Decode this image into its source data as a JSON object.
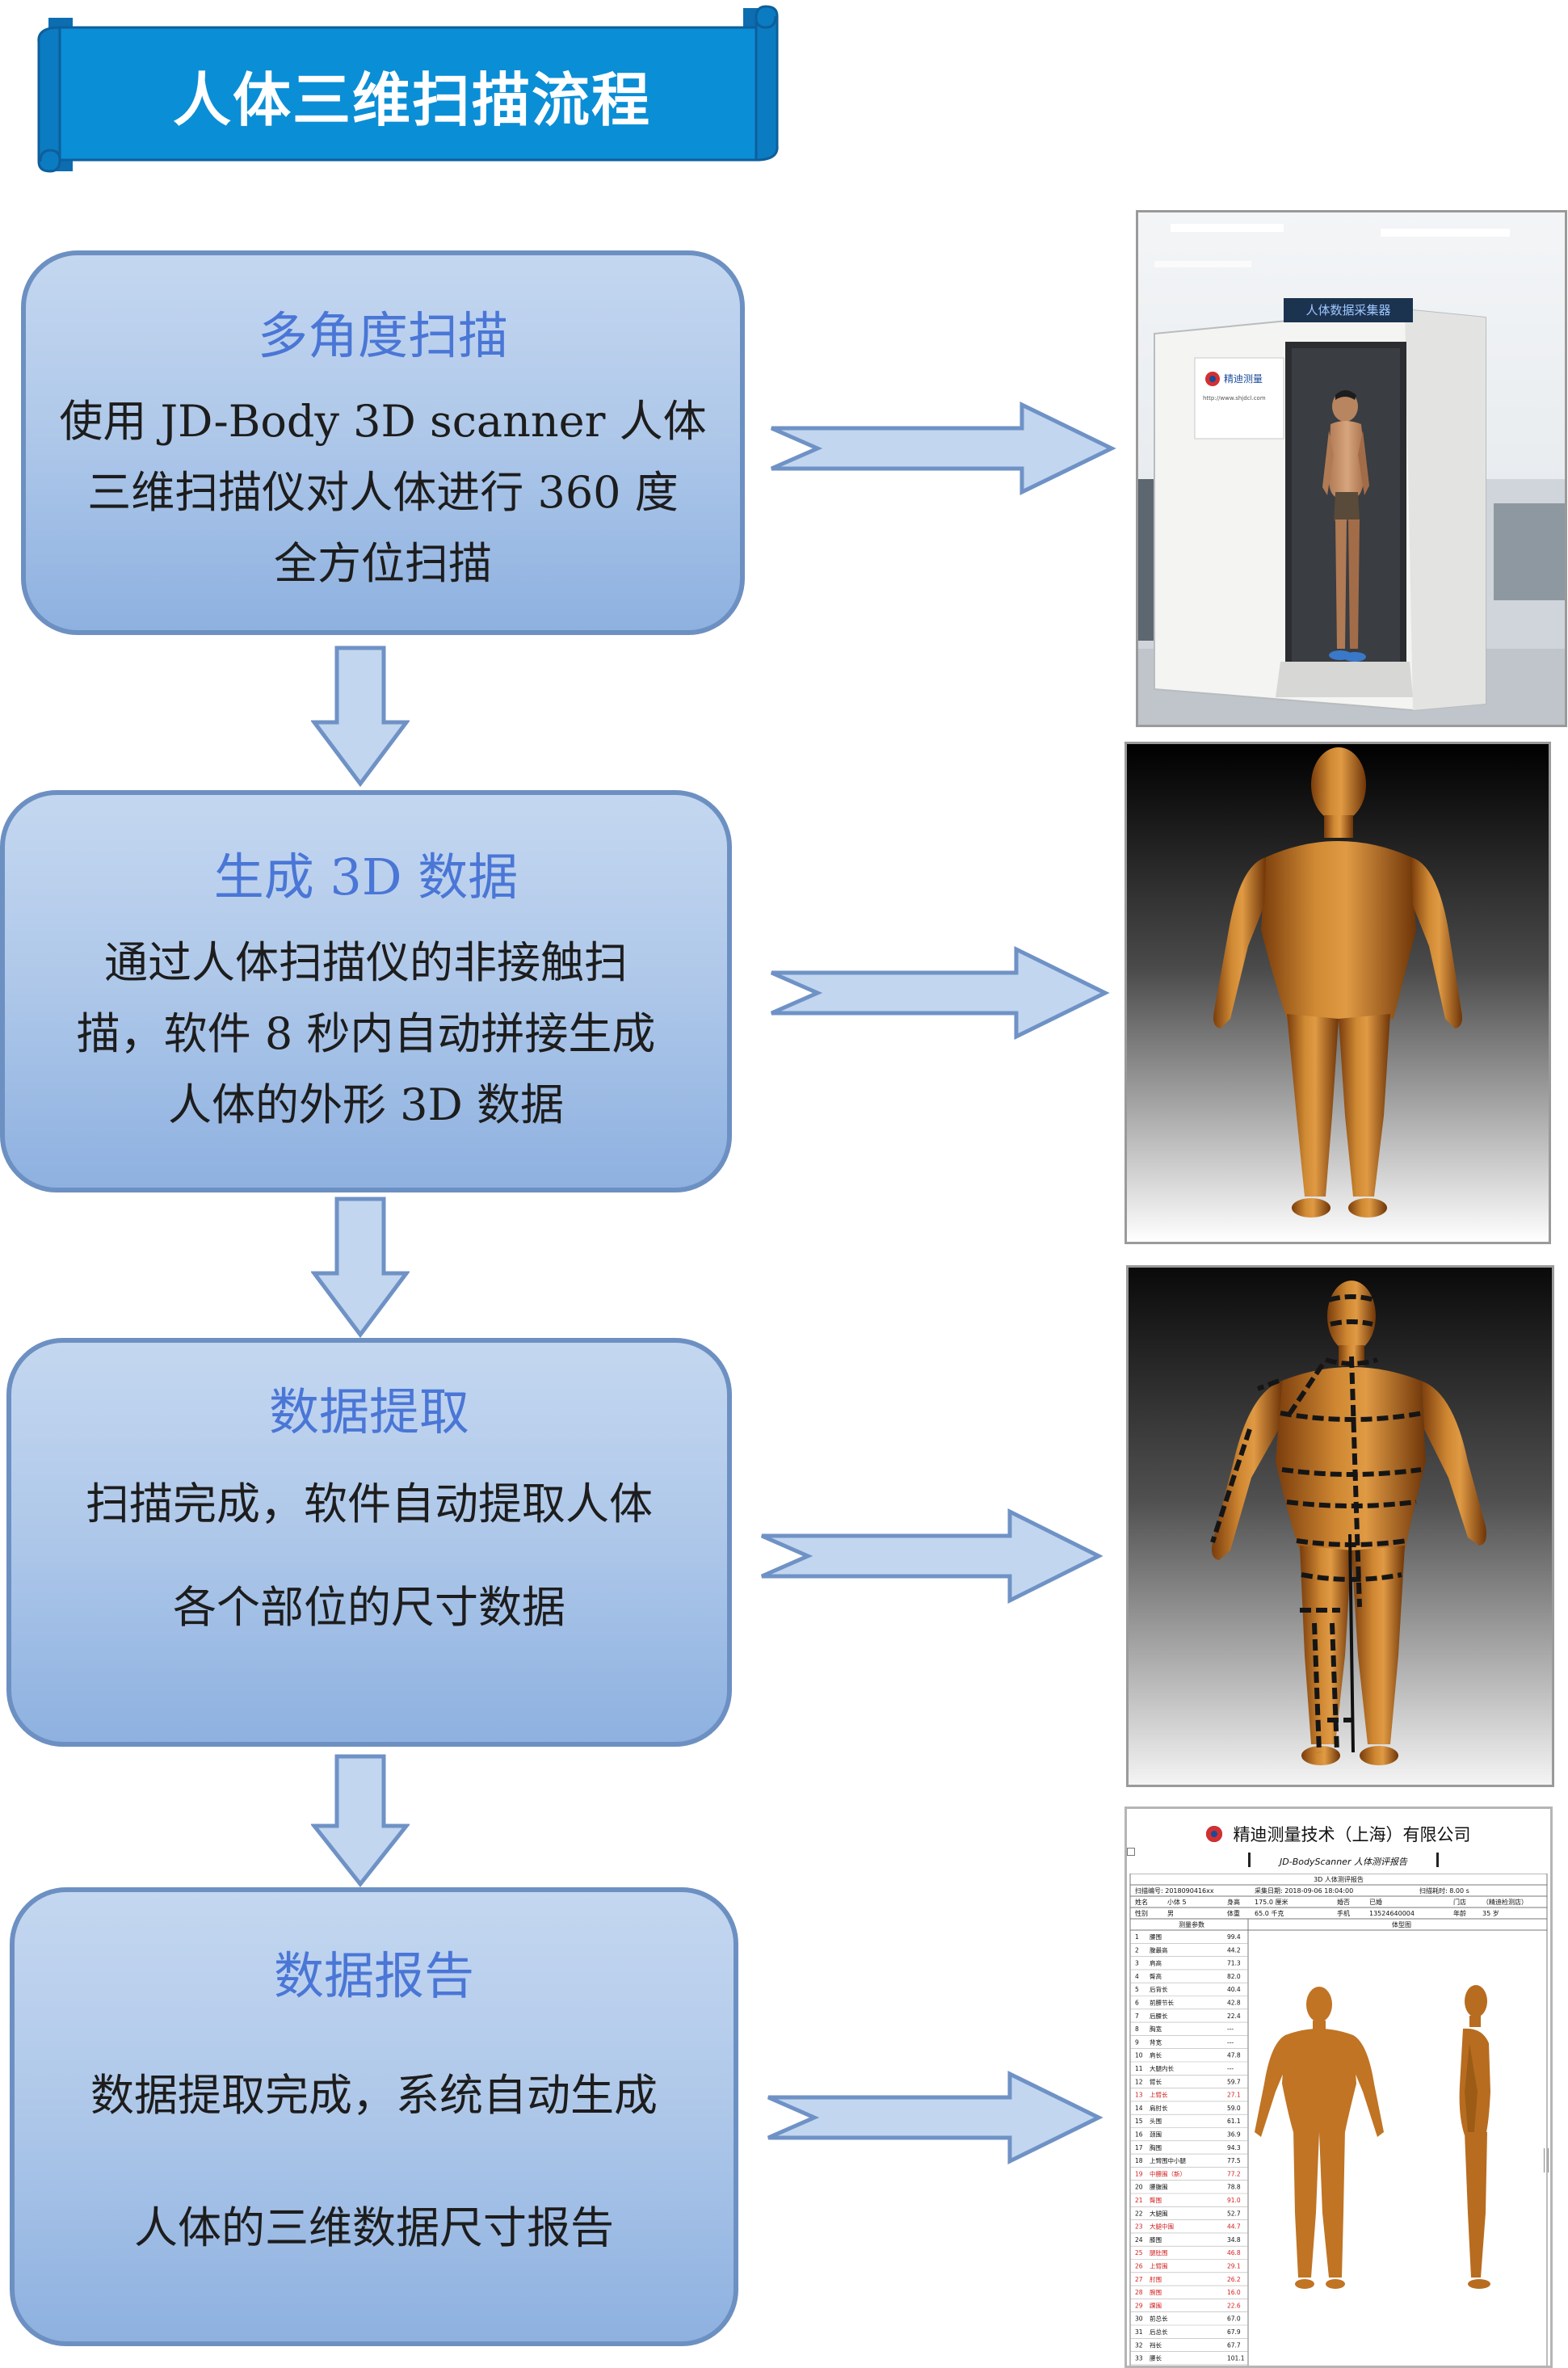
{
  "banner": {
    "title": "人体三维扫描流程"
  },
  "steps": [
    {
      "title": "多角度扫描",
      "description": "使用 JD-Body 3D scanner 人体\n三维扫描仪对人体进行 360 度\n全方位扫描"
    },
    {
      "title": "生成 3D 数据",
      "description": "通过人体扫描仪的非接触扫\n描，软件 8 秒内自动拼接生成\n人体的外形 3D 数据"
    },
    {
      "title": "数据提取",
      "description": "扫描完成，软件自动提取人体\n各个部位的尺寸数据"
    },
    {
      "title": "数据报告",
      "description": "数据提取完成，系统自动生成\n人体的三维数据尺寸报告"
    }
  ],
  "photo_scanner": {
    "booth_sign": "人体数据采集器",
    "logo_text": "精迪测量",
    "url_text": "http://www.shjdcl.com"
  },
  "report": {
    "company": "精迪测量技术（上海）有限公司",
    "subtitle": "JD-BodyScanner 人体测评报告",
    "table_title": "3D 人体测评报告",
    "meta_row1": [
      "扫描编号: 2018090416xx",
      "采集日期: 2018-09-06   18:04:00",
      "扫描耗时: 8.00 s"
    ],
    "meta_row2": [
      "姓名",
      "小体 5",
      "身高",
      "175.0 厘米",
      "婚否",
      "已婚",
      "门店",
      "（精迪检测店）"
    ],
    "meta_row3": [
      "性别",
      "男",
      "体重",
      "65.0 千克",
      "手机",
      "13524640004",
      "年龄",
      "35 岁"
    ],
    "col_measure": "测量参数",
    "col_model": "体型图",
    "rows": [
      {
        "n": "1",
        "name": "腰围",
        "val": "99.4",
        "red": false
      },
      {
        "n": "2",
        "name": "腹最高",
        "val": "44.2",
        "red": false
      },
      {
        "n": "3",
        "name": "肩高",
        "val": "71.3",
        "red": false
      },
      {
        "n": "4",
        "name": "臀高",
        "val": "82.0",
        "red": false
      },
      {
        "n": "5",
        "name": "后背长",
        "val": "40.4",
        "red": false
      },
      {
        "n": "6",
        "name": "前腰节长",
        "val": "42.8",
        "red": false
      },
      {
        "n": "7",
        "name": "后腰长",
        "val": "22.4",
        "red": false
      },
      {
        "n": "8",
        "name": "胸宽",
        "val": "---",
        "red": false
      },
      {
        "n": "9",
        "name": "背宽",
        "val": "---",
        "red": false
      },
      {
        "n": "10",
        "name": "肩长",
        "val": "47.8",
        "red": false
      },
      {
        "n": "11",
        "name": "大腿内长",
        "val": "---",
        "red": false
      },
      {
        "n": "12",
        "name": "臂长",
        "val": "59.7",
        "red": false
      },
      {
        "n": "13",
        "name": "上臂长",
        "val": "27.1",
        "red": true
      },
      {
        "n": "14",
        "name": "肩肘长",
        "val": "59.0",
        "red": false
      },
      {
        "n": "15",
        "name": "头围",
        "val": "61.1",
        "red": false
      },
      {
        "n": "16",
        "name": "颈围",
        "val": "36.9",
        "red": false
      },
      {
        "n": "17",
        "name": "胸围",
        "val": "94.3",
        "red": false
      },
      {
        "n": "18",
        "name": "上臂围中小腿",
        "val": "77.5",
        "red": false
      },
      {
        "n": "19",
        "name": "中腰围（新）",
        "val": "77.2",
        "red": true
      },
      {
        "n": "20",
        "name": "腰腹围",
        "val": "78.8",
        "red": false
      },
      {
        "n": "21",
        "name": "臀围",
        "val": "91.0",
        "red": true
      },
      {
        "n": "22",
        "name": "大腿围",
        "val": "52.7",
        "red": false
      },
      {
        "n": "23",
        "name": "大腿中围",
        "val": "44.7",
        "red": true
      },
      {
        "n": "24",
        "name": "膝围",
        "val": "34.8",
        "red": false
      },
      {
        "n": "25",
        "name": "腿肚围",
        "val": "46.8",
        "red": true
      },
      {
        "n": "26",
        "name": "上臂围",
        "val": "29.1",
        "red": true
      },
      {
        "n": "27",
        "name": "肘围",
        "val": "26.2",
        "red": true
      },
      {
        "n": "28",
        "name": "腕围",
        "val": "16.0",
        "red": true
      },
      {
        "n": "29",
        "name": "踝围",
        "val": "22.6",
        "red": true
      },
      {
        "n": "30",
        "name": "前总长",
        "val": "67.0",
        "red": false
      },
      {
        "n": "31",
        "name": "后总长",
        "val": "67.9",
        "red": false
      },
      {
        "n": "32",
        "name": "裆长",
        "val": "67.7",
        "red": false
      },
      {
        "n": "33",
        "name": "腰长",
        "val": "101.1",
        "red": false
      }
    ]
  },
  "colors": {
    "banner_fill": "#0a8ed6",
    "banner_fold": "#0c6db0",
    "box_border": "#6d90c2",
    "box_fill_top": "#c4d7f0",
    "box_fill_bottom": "#8eb1e0",
    "title_blue": "#4a76d6",
    "arrow_fill": "#c2d6ef",
    "arrow_stroke": "#6f92c6",
    "body_bronze": "#c07424"
  }
}
